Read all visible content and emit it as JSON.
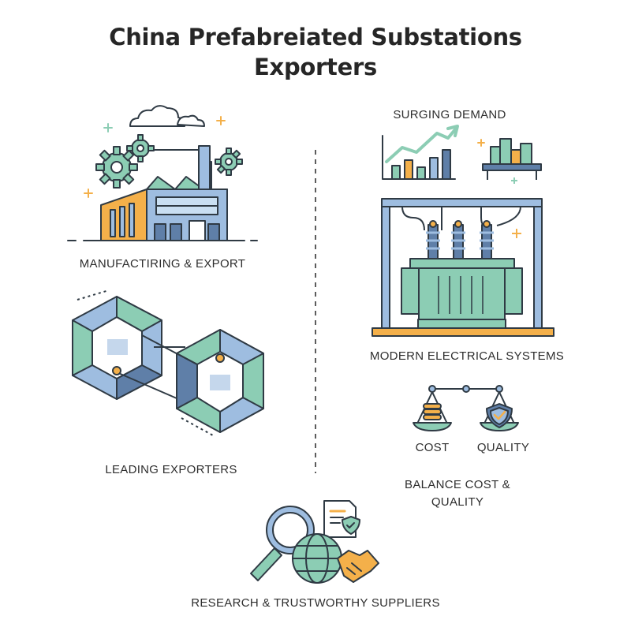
{
  "title": {
    "line1": "China Prefabreiated Substations",
    "line2": "Exporters"
  },
  "panels": {
    "manufacturing": {
      "label": "MANUFACTIRING & EXPORT",
      "icon": "factory-icon"
    },
    "leading": {
      "label": "LEADING EXPORTERS",
      "icon": "hexagon-link-icon"
    },
    "demand": {
      "label": "SURGING DEMAND",
      "icon": "growth-chart-icon"
    },
    "modern": {
      "label": "MODERN ELECTRICAL SYSTEMS",
      "icon": "transformer-icon"
    },
    "balance": {
      "cost_label": "COST",
      "quality_label": "QUALITY",
      "label_line1": "BALANCE COST &",
      "label_line2": "QUALITY",
      "icon": "scale-icon"
    },
    "research": {
      "label": "RESEARCH & TRUSTWORTHY SUPPLIERS",
      "icon": "magnifier-globe-handshake-icon"
    }
  },
  "colors": {
    "outline": "#2f3a44",
    "green": "#8ccdb4",
    "blue": "#9ebde0",
    "orange": "#f4b04a",
    "dark_blue": "#5f7fa8"
  }
}
